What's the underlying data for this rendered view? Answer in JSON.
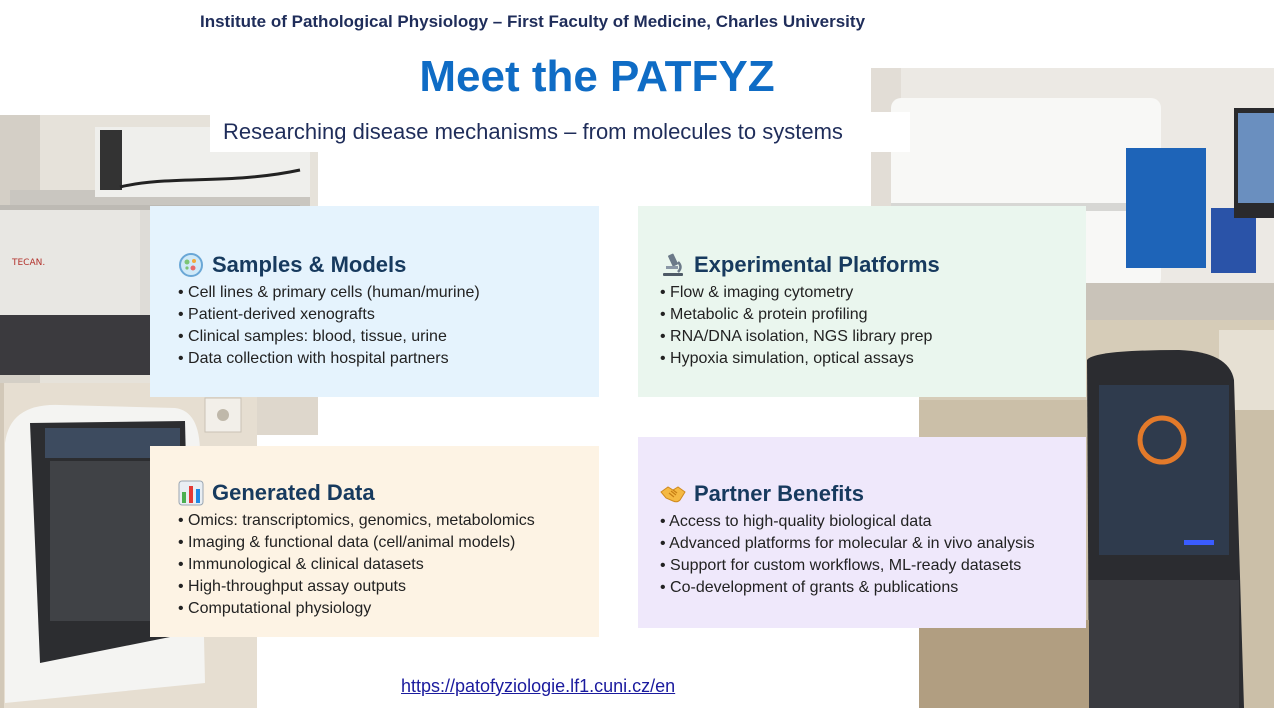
{
  "header": {
    "institute": "Institute of Pathological Physiology – First Faculty of Medicine, Charles University"
  },
  "title": "Meet the PATFYZ",
  "subtitle": "Researching disease mechanisms – from molecules to systems",
  "cards": [
    {
      "icon": "petri-dish-icon",
      "title": "Samples & Models",
      "items": [
        "Cell lines & primary cells (human/murine)",
        "Patient-derived xenografts",
        "Clinical samples: blood, tissue, urine",
        "Data collection with hospital partners"
      ]
    },
    {
      "icon": "microscope-icon",
      "title": "Experimental Platforms",
      "items": [
        "Flow & imaging cytometry",
        "Metabolic & protein profiling",
        "RNA/DNA isolation, NGS library prep",
        "Hypoxia simulation, optical assays"
      ]
    },
    {
      "icon": "bar-chart-icon",
      "title": "Generated Data",
      "items": [
        "Omics: transcriptomics, genomics, metabolomics",
        "Imaging & functional data (cell/animal models)",
        "Immunological & clinical datasets",
        "High-throughput assay outputs",
        "Computational physiology"
      ]
    },
    {
      "icon": "handshake-icon",
      "title": "Partner Benefits",
      "items": [
        "Access to high-quality biological data",
        "Advanced platforms for molecular & in vivo analysis",
        "Support for custom workflows, ML-ready datasets",
        "Co-development of grants & publications"
      ]
    }
  ],
  "link": "https://patofyziologie.lf1.cuni.cz/en",
  "colors": {
    "title": "#0f6cc5",
    "header": "#1f2d5a",
    "samples_bg": "#e5f3fd",
    "platforms_bg": "#eaf6ee",
    "data_bg": "#fdf3e4",
    "benefits_bg": "#efe8fb"
  }
}
